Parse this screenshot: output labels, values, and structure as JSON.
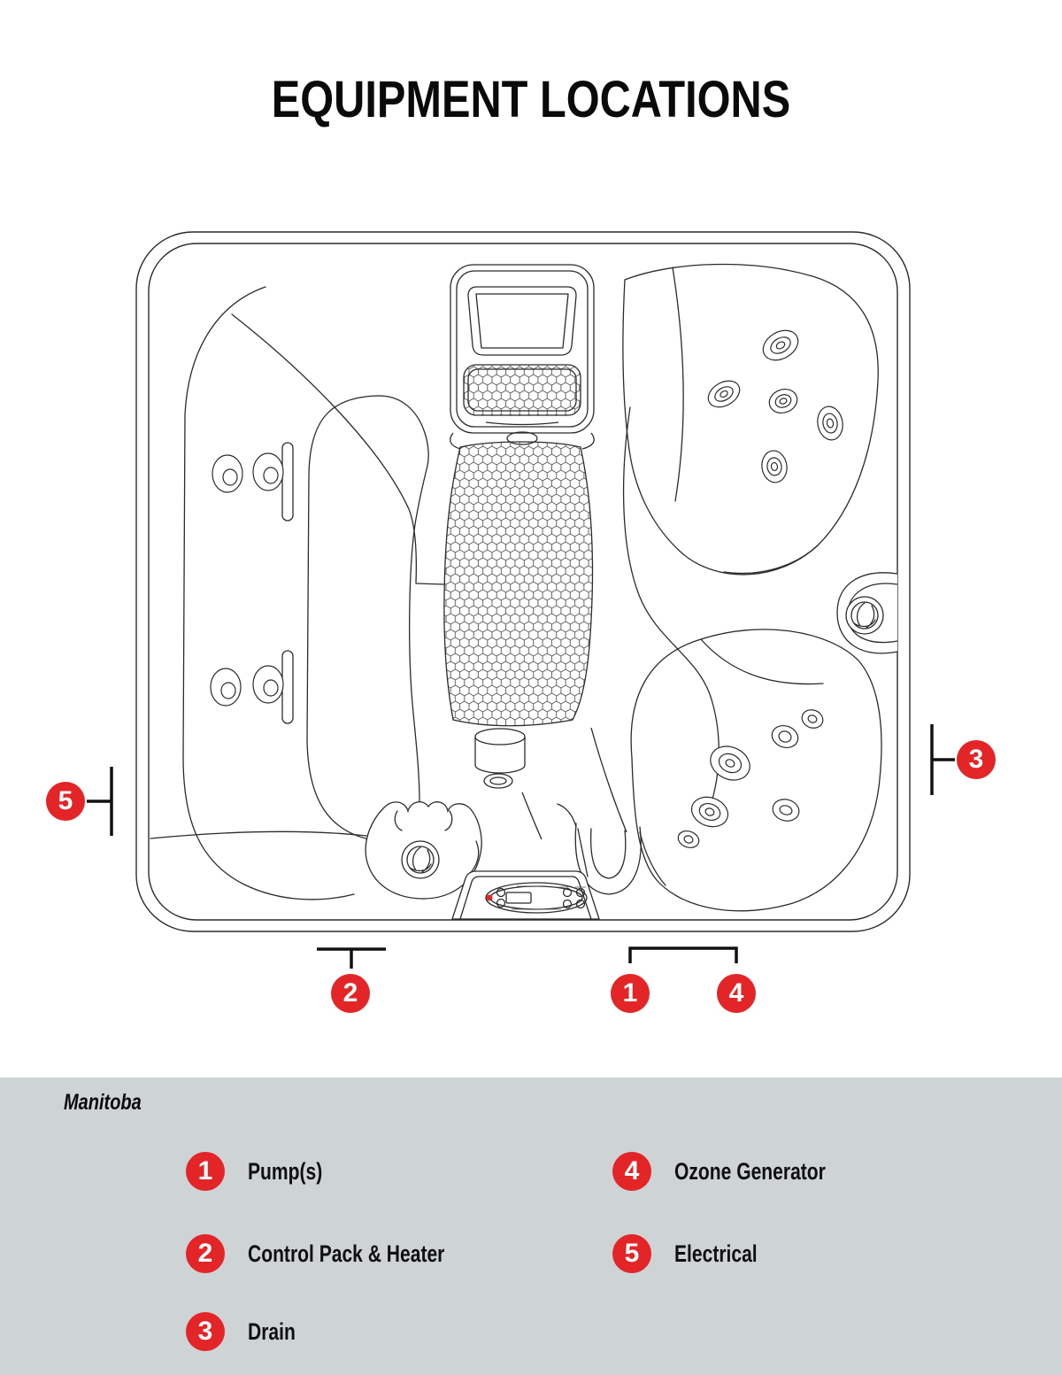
{
  "title": "EQUIPMENT LOCATIONS",
  "legend": {
    "region_label": "Manitoba",
    "items": [
      {
        "number": "1",
        "label": "Pump(s)"
      },
      {
        "number": "2",
        "label": "Control Pack & Heater"
      },
      {
        "number": "3",
        "label": "Drain"
      },
      {
        "number": "4",
        "label": "Ozone Generator"
      },
      {
        "number": "5",
        "label": "Electrical"
      }
    ]
  },
  "markers": [
    {
      "number": "1"
    },
    {
      "number": "2"
    },
    {
      "number": "3"
    },
    {
      "number": "4"
    },
    {
      "number": "5"
    }
  ],
  "colors": {
    "accent_red": "#e32528",
    "legend_background": "#ced4d6",
    "line_color": "#2b2b2b"
  }
}
